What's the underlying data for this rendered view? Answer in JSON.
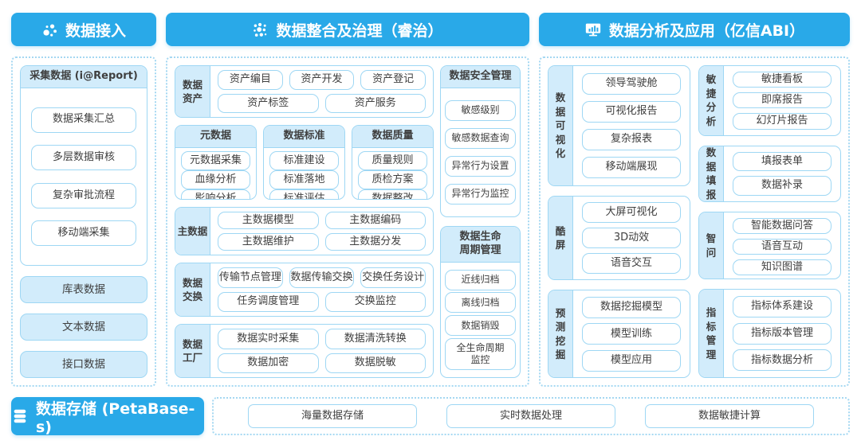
{
  "colors": {
    "header_blue": "#29a9e8",
    "box_border_blue": "#9ed7f4",
    "light_fill_blue": "#d2ecfb",
    "dotted_panel_border": "#a5d8f2",
    "text_dark": "#3f3f3f"
  },
  "headers": {
    "access": {
      "label": "数据接入",
      "icon": "network-dots-icon"
    },
    "governance": {
      "label": "数据整合及治理（睿治）",
      "icon": "dots-cluster-icon"
    },
    "analysis": {
      "label": "数据分析及应用（亿信ABI）",
      "icon": "monitor-chart-icon"
    }
  },
  "access": {
    "collect_group": {
      "title": "采集数据 (i@Report)",
      "items": [
        "数据采集汇总",
        "多层数据审核",
        "复杂审批流程",
        "移动端采集"
      ]
    },
    "filled_items": [
      "库表数据",
      "文本数据",
      "接口数据"
    ]
  },
  "governance": {
    "asset": {
      "label": "数据\n资产",
      "rows": [
        [
          "资产编目",
          "资产开发",
          "资产登记"
        ],
        [
          "资产标签",
          "资产服务"
        ]
      ]
    },
    "columns": [
      {
        "title": "元数据",
        "items": [
          "元数据采集",
          "血缘分析",
          "影响分析"
        ]
      },
      {
        "title": "数据标准",
        "items": [
          "标准建设",
          "标准落地",
          "标准评估"
        ]
      },
      {
        "title": "数据质量",
        "items": [
          "质量规则",
          "质检方案",
          "数据整改"
        ]
      }
    ],
    "master": {
      "label": "主数据",
      "rows": [
        [
          "主数据模型",
          "主数据编码"
        ],
        [
          "主数据维护",
          "主数据分发"
        ]
      ]
    },
    "exchange": {
      "label": "数据\n交换",
      "rows": [
        [
          "传输节点管理",
          "数据传输交换",
          "交换任务设计"
        ],
        [
          "任务调度管理",
          "交换监控"
        ]
      ]
    },
    "factory": {
      "label": "数据\n工厂",
      "rows": [
        [
          "数据实时采集",
          "数据清洗转换"
        ],
        [
          "数据加密",
          "数据脱敏"
        ]
      ]
    },
    "security": {
      "title": "数据安全管理",
      "items": [
        "敏感级别",
        "敏感数据查询",
        "异常行为设置",
        "异常行为监控"
      ]
    },
    "lifecycle": {
      "title": "数据生命\n周期管理",
      "items": [
        "近线归档",
        "离线归档",
        "数据销毁",
        "全生命周期\n监控"
      ]
    }
  },
  "analysis": {
    "left_groups": [
      {
        "label": "数\n据\n可\n视\n化",
        "items": [
          "领导驾驶舱",
          "可视化报告",
          "复杂报表",
          "移动端展现"
        ]
      },
      {
        "label": "酷\n屏",
        "items": [
          "大屏可视化",
          "3D动效",
          "语音交互"
        ]
      },
      {
        "label": "预\n测\n挖\n掘",
        "items": [
          "数据挖掘模型",
          "模型训练",
          "模型应用"
        ]
      }
    ],
    "right_groups": [
      {
        "label": "敏\n捷\n分\n析",
        "items": [
          "敏捷看板",
          "即席报告",
          "幻灯片报告"
        ]
      },
      {
        "label": "数\n据\n填\n报",
        "items": [
          "填报表单",
          "数据补录"
        ]
      },
      {
        "label": "智\n问",
        "items": [
          "智能数据问答",
          "语音互动",
          "知识图谱"
        ]
      },
      {
        "label": "指\n标\n管\n理",
        "items": [
          "指标体系建设",
          "指标版本管理",
          "指标数据分析"
        ]
      }
    ]
  },
  "storage": {
    "label": "数据存储 (PetaBase-s)",
    "icon": "database-icon",
    "items": [
      "海量数据存储",
      "实时数据处理",
      "数据敏捷计算"
    ]
  }
}
